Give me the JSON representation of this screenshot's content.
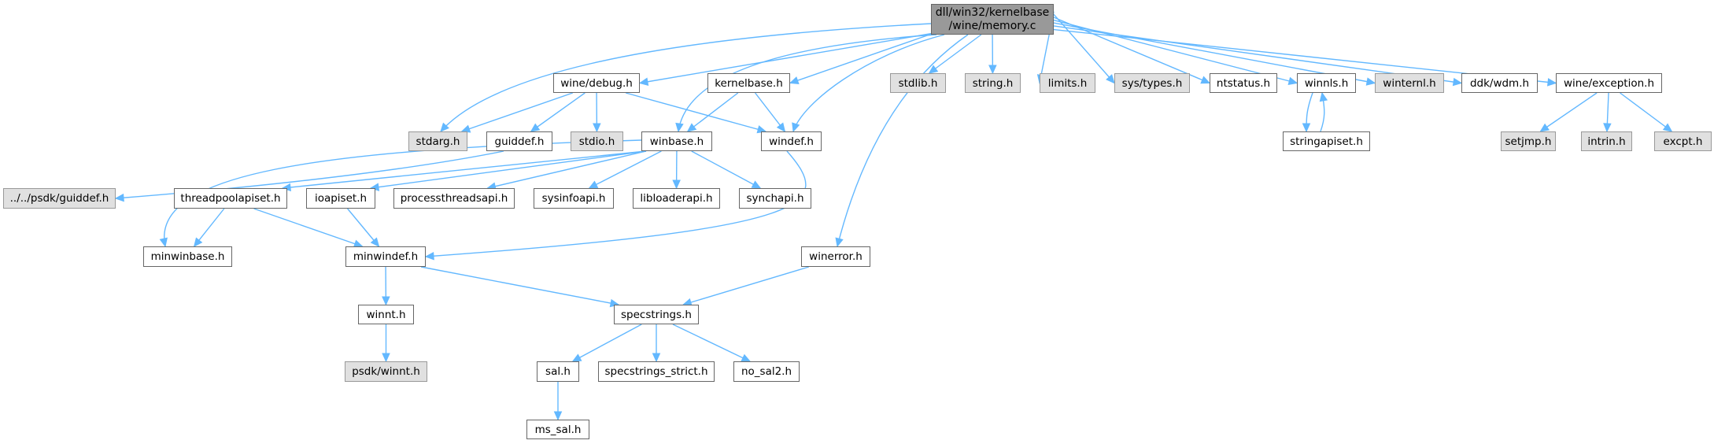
{
  "graph": {
    "root": {
      "line1": "dll/win32/kernelbase",
      "line2": "/wine/memory.c"
    },
    "nodes": {
      "wine_debug": {
        "label": "wine/debug.h",
        "external": false
      },
      "kernelbase": {
        "label": "kernelbase.h",
        "external": false
      },
      "stdlib": {
        "label": "stdlib.h",
        "external": true
      },
      "string": {
        "label": "string.h",
        "external": true
      },
      "limits": {
        "label": "limits.h",
        "external": true
      },
      "sys_types": {
        "label": "sys/types.h",
        "external": true
      },
      "ntstatus": {
        "label": "ntstatus.h",
        "external": false
      },
      "winnls": {
        "label": "winnls.h",
        "external": false
      },
      "winternl": {
        "label": "winternl.h",
        "external": true
      },
      "ddk_wdm": {
        "label": "ddk/wdm.h",
        "external": false
      },
      "wine_exception": {
        "label": "wine/exception.h",
        "external": false
      },
      "stdarg": {
        "label": "stdarg.h",
        "external": true
      },
      "guiddef": {
        "label": "guiddef.h",
        "external": false
      },
      "stdio": {
        "label": "stdio.h",
        "external": true
      },
      "winbase": {
        "label": "winbase.h",
        "external": false
      },
      "windef": {
        "label": "windef.h",
        "external": false
      },
      "stringapiset": {
        "label": "stringapiset.h",
        "external": false
      },
      "setjmp": {
        "label": "setjmp.h",
        "external": true
      },
      "intrin": {
        "label": "intrin.h",
        "external": true
      },
      "excpt": {
        "label": "excpt.h",
        "external": true
      },
      "psdk_guiddef": {
        "label": "../../psdk/guiddef.h",
        "external": true
      },
      "threadpoolapiset": {
        "label": "threadpoolapiset.h",
        "external": false
      },
      "ioapiset": {
        "label": "ioapiset.h",
        "external": false
      },
      "processthreadsapi": {
        "label": "processthreadsapi.h",
        "external": false
      },
      "sysinfoapi": {
        "label": "sysinfoapi.h",
        "external": false
      },
      "libloaderapi": {
        "label": "libloaderapi.h",
        "external": false
      },
      "synchapi": {
        "label": "synchapi.h",
        "external": false
      },
      "minwinbase": {
        "label": "minwinbase.h",
        "external": false
      },
      "minwindef": {
        "label": "minwindef.h",
        "external": false
      },
      "winerror": {
        "label": "winerror.h",
        "external": false
      },
      "winnt": {
        "label": "winnt.h",
        "external": false
      },
      "specstrings": {
        "label": "specstrings.h",
        "external": false
      },
      "psdk_winnt": {
        "label": "psdk/winnt.h",
        "external": true
      },
      "sal": {
        "label": "sal.h",
        "external": false
      },
      "specstrings_strict": {
        "label": "specstrings_strict.h",
        "external": false
      },
      "no_sal2": {
        "label": "no_sal2.h",
        "external": false
      },
      "ms_sal": {
        "label": "ms_sal.h",
        "external": false
      }
    },
    "edges": [
      [
        "root",
        "wine_debug"
      ],
      [
        "root",
        "kernelbase"
      ],
      [
        "root",
        "stdlib"
      ],
      [
        "root",
        "string"
      ],
      [
        "root",
        "limits"
      ],
      [
        "root",
        "sys_types"
      ],
      [
        "root",
        "ntstatus"
      ],
      [
        "root",
        "winnls"
      ],
      [
        "root",
        "winternl"
      ],
      [
        "root",
        "ddk_wdm"
      ],
      [
        "root",
        "wine_exception"
      ],
      [
        "root",
        "stdarg"
      ],
      [
        "root",
        "winbase"
      ],
      [
        "root",
        "windef"
      ],
      [
        "root",
        "winerror"
      ],
      [
        "wine_debug",
        "stdarg"
      ],
      [
        "wine_debug",
        "guiddef"
      ],
      [
        "wine_debug",
        "stdio"
      ],
      [
        "wine_debug",
        "windef"
      ],
      [
        "kernelbase",
        "winbase"
      ],
      [
        "kernelbase",
        "windef"
      ],
      [
        "winnls",
        "stringapiset"
      ],
      [
        "stringapiset",
        "winnls"
      ],
      [
        "wine_exception",
        "setjmp"
      ],
      [
        "wine_exception",
        "intrin"
      ],
      [
        "wine_exception",
        "excpt"
      ],
      [
        "guiddef",
        "psdk_guiddef"
      ],
      [
        "winbase",
        "minwinbase"
      ],
      [
        "winbase",
        "threadpoolapiset"
      ],
      [
        "winbase",
        "ioapiset"
      ],
      [
        "winbase",
        "processthreadsapi"
      ],
      [
        "winbase",
        "sysinfoapi"
      ],
      [
        "winbase",
        "libloaderapi"
      ],
      [
        "winbase",
        "synchapi"
      ],
      [
        "windef",
        "minwindef"
      ],
      [
        "threadpoolapiset",
        "minwinbase"
      ],
      [
        "threadpoolapiset",
        "minwindef"
      ],
      [
        "ioapiset",
        "minwindef"
      ],
      [
        "minwindef",
        "winnt"
      ],
      [
        "minwindef",
        "specstrings"
      ],
      [
        "winerror",
        "specstrings"
      ],
      [
        "winnt",
        "psdk_winnt"
      ],
      [
        "specstrings",
        "sal"
      ],
      [
        "specstrings",
        "specstrings_strict"
      ],
      [
        "specstrings",
        "no_sal2"
      ],
      [
        "sal",
        "ms_sal"
      ]
    ]
  },
  "colors": {
    "edge": "#63b8ff",
    "root_fill": "#999999",
    "external_fill": "#e0e0e0",
    "node_fill": "#ffffff"
  }
}
